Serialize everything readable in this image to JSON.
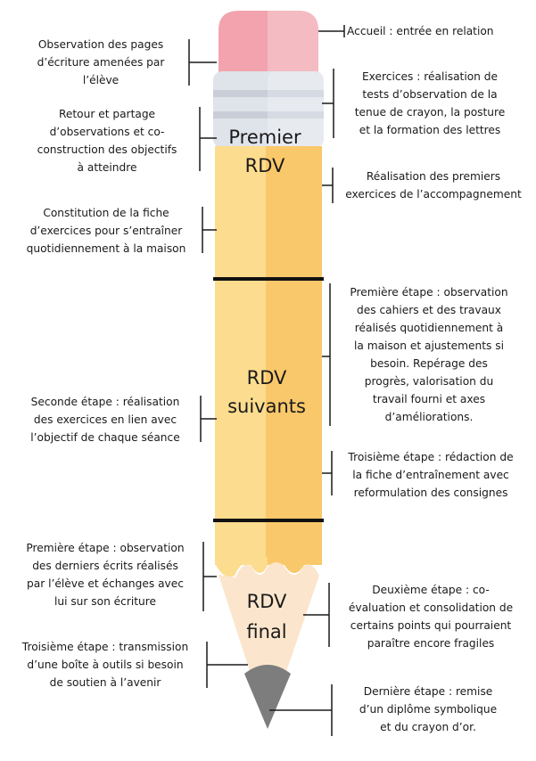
{
  "stages": {
    "premier": [
      "Premier",
      "RDV"
    ],
    "suivants": [
      "RDV",
      "suivants"
    ],
    "final": [
      "RDV",
      "final"
    ]
  },
  "annotations": {
    "left": {
      "observation_pages": [
        "Observation des pages",
        "d’écriture amenées par",
        "l’élève"
      ],
      "retour_partage": [
        "Retour et partage",
        "d’observations et co-",
        "construction des objectifs",
        "à atteindre"
      ],
      "constitution_fiche": [
        "Constitution de la fiche",
        "d’exercices pour s’entraîner",
        "quotidiennement à la maison"
      ],
      "seconde_etape": [
        "Seconde étape : réalisation",
        "des exercices en lien avec",
        "l’objectif de chaque séance"
      ],
      "premiere_etape_final": [
        "Première étape : observation",
        "des derniers écrits réalisés",
        "par l’élève et échanges avec",
        "lui sur son écriture"
      ],
      "troisieme_etape_final": [
        "Troisième étape : transmission",
        "d’une boîte à outils si besoin",
        "de soutien  à l’avenir"
      ]
    },
    "right": {
      "accueil": [
        "Accueil : entrée en relation"
      ],
      "exercices": [
        "Exercices : réalisation de",
        "tests d’observation de la",
        "tenue de crayon, la posture",
        "et la formation des lettres"
      ],
      "premiers_exercices": [
        "Réalisation des premiers",
        "exercices de l’accompagnement"
      ],
      "premiere_etape_suivants": [
        "Première étape : observation",
        "des cahiers et des travaux",
        "réalisés quotidiennement à",
        "la maison et ajustements si",
        "besoin. Repérage des",
        "progrès, valorisation du",
        "travail fourni et axes",
        "d’améliorations."
      ],
      "troisieme_etape_suivants": [
        "Troisième étape : rédaction de",
        "la fiche d’entraînement avec",
        "reformulation des consignes"
      ],
      "deuxieme_etape_final": [
        "Deuxième étape : co-",
        "évaluation et consolidation de",
        "certains points qui pourraient",
        "paraître encore fragiles"
      ],
      "derniere_etape": [
        "Dernière étape : remise",
        "d’un diplôme symbolique",
        "et du crayon d’or."
      ]
    }
  },
  "colors": {
    "eraser": "#f2a3ae",
    "eraser_highlight": "#f7c4cb",
    "ferrule": "#dfe3ea",
    "ferrule_band": "#c9ced8",
    "body_left": "#fcdc8e",
    "body_right": "#f9c86a",
    "wood": "#fbe6cd",
    "graphite": "#7d7d7d",
    "divider": "#111111",
    "connector": "#1a1a1a"
  }
}
